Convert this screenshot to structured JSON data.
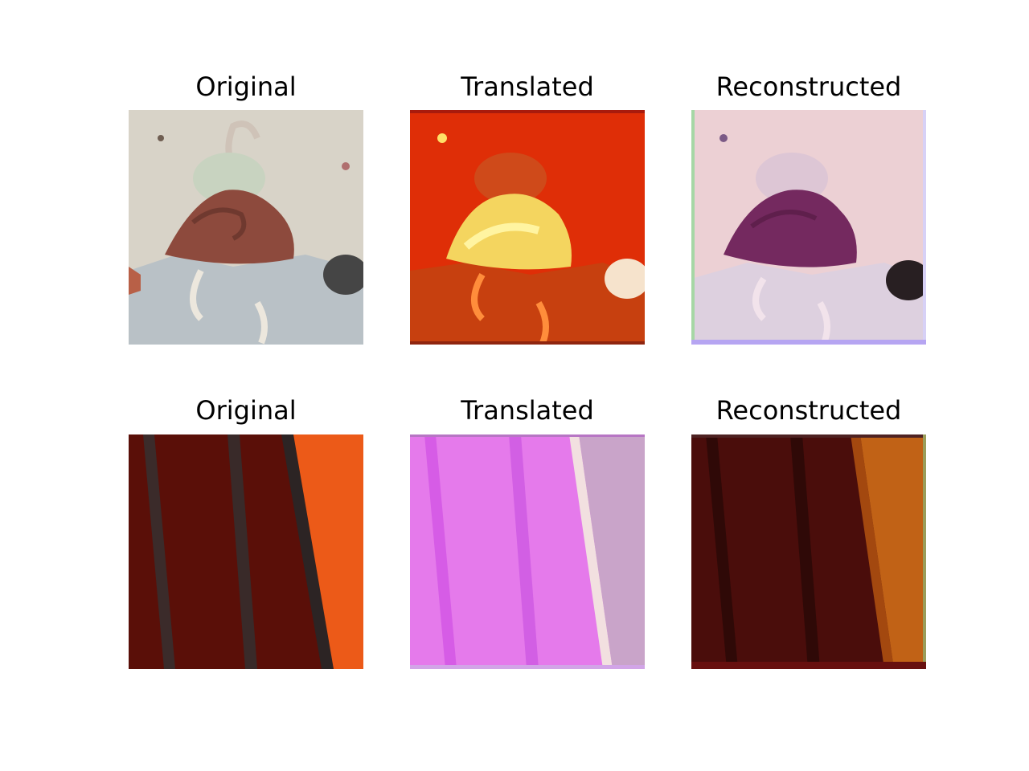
{
  "figure": {
    "panels": [
      {
        "title": "Original"
      },
      {
        "title": "Translated"
      },
      {
        "title": "Reconstructed"
      },
      {
        "title": "Original"
      },
      {
        "title": "Translated"
      },
      {
        "title": "Reconstructed"
      }
    ]
  }
}
